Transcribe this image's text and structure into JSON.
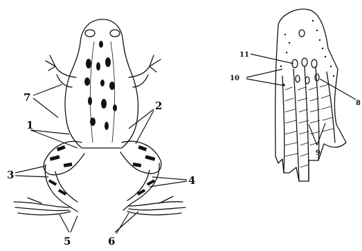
{
  "frog_figure": {
    "labels": {
      "l1": "1",
      "l2": "2",
      "l3": "3",
      "l4": "4",
      "l5": "5",
      "l6": "6",
      "l7": "7"
    }
  },
  "foot_figure": {
    "labels": {
      "l8": "8",
      "l9": "9",
      "l10": "10",
      "l11": "11"
    }
  },
  "colors": {
    "ink": "#111111",
    "background": "#ffffff"
  }
}
